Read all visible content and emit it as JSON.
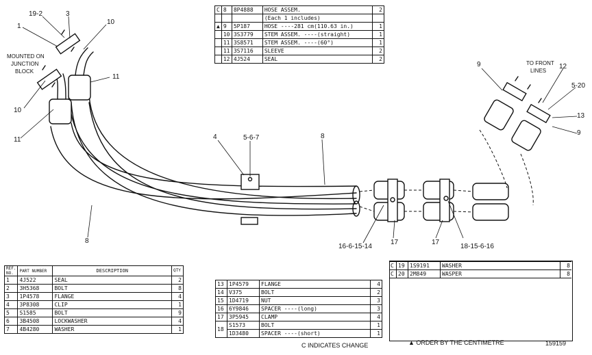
{
  "callouts": {
    "c19_2": "19-2",
    "c3": "3",
    "c1": "1",
    "c10a": "10",
    "mounted": [
      "MOUNTED ON",
      "JUNCTION",
      "BLOCK"
    ],
    "c11a": "11",
    "c10b": "10",
    "c11b": "11",
    "c4": "4",
    "c567": "5-6-7",
    "c8a": "8",
    "c8b": "8",
    "c16": "16-6-15-14",
    "c17a": "17",
    "c17b": "17",
    "c18": "18-15-6-16",
    "c9a": "9",
    "front": [
      "TO FRONT",
      "LINES"
    ],
    "c12": "12",
    "c520": "5-20",
    "c13": "13",
    "c9b": "9"
  },
  "top_table": [
    {
      "mark": "C",
      "ref": "8",
      "part": "8P4888",
      "desc": "HOSE ASSEM.",
      "qty": "2"
    },
    {
      "mark": "",
      "ref": "",
      "part": "",
      "desc": "(Each 1 includes)",
      "qty": ""
    },
    {
      "mark": "▲",
      "ref": "9",
      "part": "5P187",
      "desc": "HOSE ----281 cm(110.63 in.)",
      "qty": "1"
    },
    {
      "mark": "",
      "ref": "10",
      "part": "3S3779",
      "desc": "STEM ASSEM. ----(straight)",
      "qty": "1"
    },
    {
      "mark": "",
      "ref": "11",
      "part": "3S8571",
      "desc": "STEM ASSEM. ----(60°)",
      "qty": "1"
    },
    {
      "mark": "",
      "ref": "11",
      "part": "3S7116",
      "desc": "SLEEVE",
      "qty": "2"
    },
    {
      "mark": "",
      "ref": "12",
      "part": "4J524",
      "desc": "SEAL",
      "qty": "2"
    }
  ],
  "left_table": {
    "headers": {
      "ref": "REF. NO.",
      "part": "PART NUMBER",
      "desc": "DESCRIPTION",
      "qty": "QTY"
    },
    "rows": [
      {
        "ref": "1",
        "part": "4J522",
        "desc": "SEAL",
        "qty": "2"
      },
      {
        "ref": "2",
        "part": "3H5368",
        "desc": "BOLT",
        "qty": "8"
      },
      {
        "ref": "3",
        "part": "1P4578",
        "desc": "FLANGE",
        "qty": "4"
      },
      {
        "ref": "4",
        "part": "3P8308",
        "desc": "CLIP",
        "qty": "1"
      },
      {
        "ref": "5",
        "part": "S1585",
        "desc": "BOLT",
        "qty": "9"
      },
      {
        "ref": "6",
        "part": "3B4508",
        "desc": "LOCKWASHER",
        "qty": "4"
      },
      {
        "ref": "7",
        "part": "4B4280",
        "desc": "WASHER",
        "qty": "1"
      }
    ]
  },
  "mid_table": [
    {
      "ref": "13",
      "part": "1P4579",
      "desc": "FLANGE",
      "qty": "4"
    },
    {
      "ref": "14",
      "part": "V375",
      "desc": "BOLT",
      "qty": "2"
    },
    {
      "ref": "15",
      "part": "1D4719",
      "desc": "NUT",
      "qty": "3"
    },
    {
      "ref": "16",
      "part": "6Y9846",
      "desc": "SPACER ----(long)",
      "qty": "3"
    },
    {
      "ref": "17",
      "part": "3P5945",
      "desc": "CLAMP",
      "qty": "4"
    },
    {
      "ref": "18",
      "part": "S1573",
      "desc": "BOLT",
      "qty": "1"
    },
    {
      "ref": "",
      "part": "1D3480",
      "desc": "SPACER ----(short)",
      "qty": "1"
    }
  ],
  "right_table": [
    {
      "mark": "C",
      "ref": "19",
      "part": "1S9191",
      "desc": "WASHER",
      "qty": "8"
    },
    {
      "mark": "C",
      "ref": "20",
      "part": "2M849",
      "desc": "WASPER",
      "qty": "8"
    }
  ],
  "notes": {
    "change": "C INDICATES CHANGE",
    "order": "▲ ORDER BY THE CENTIMETRE",
    "illus": "159159"
  }
}
